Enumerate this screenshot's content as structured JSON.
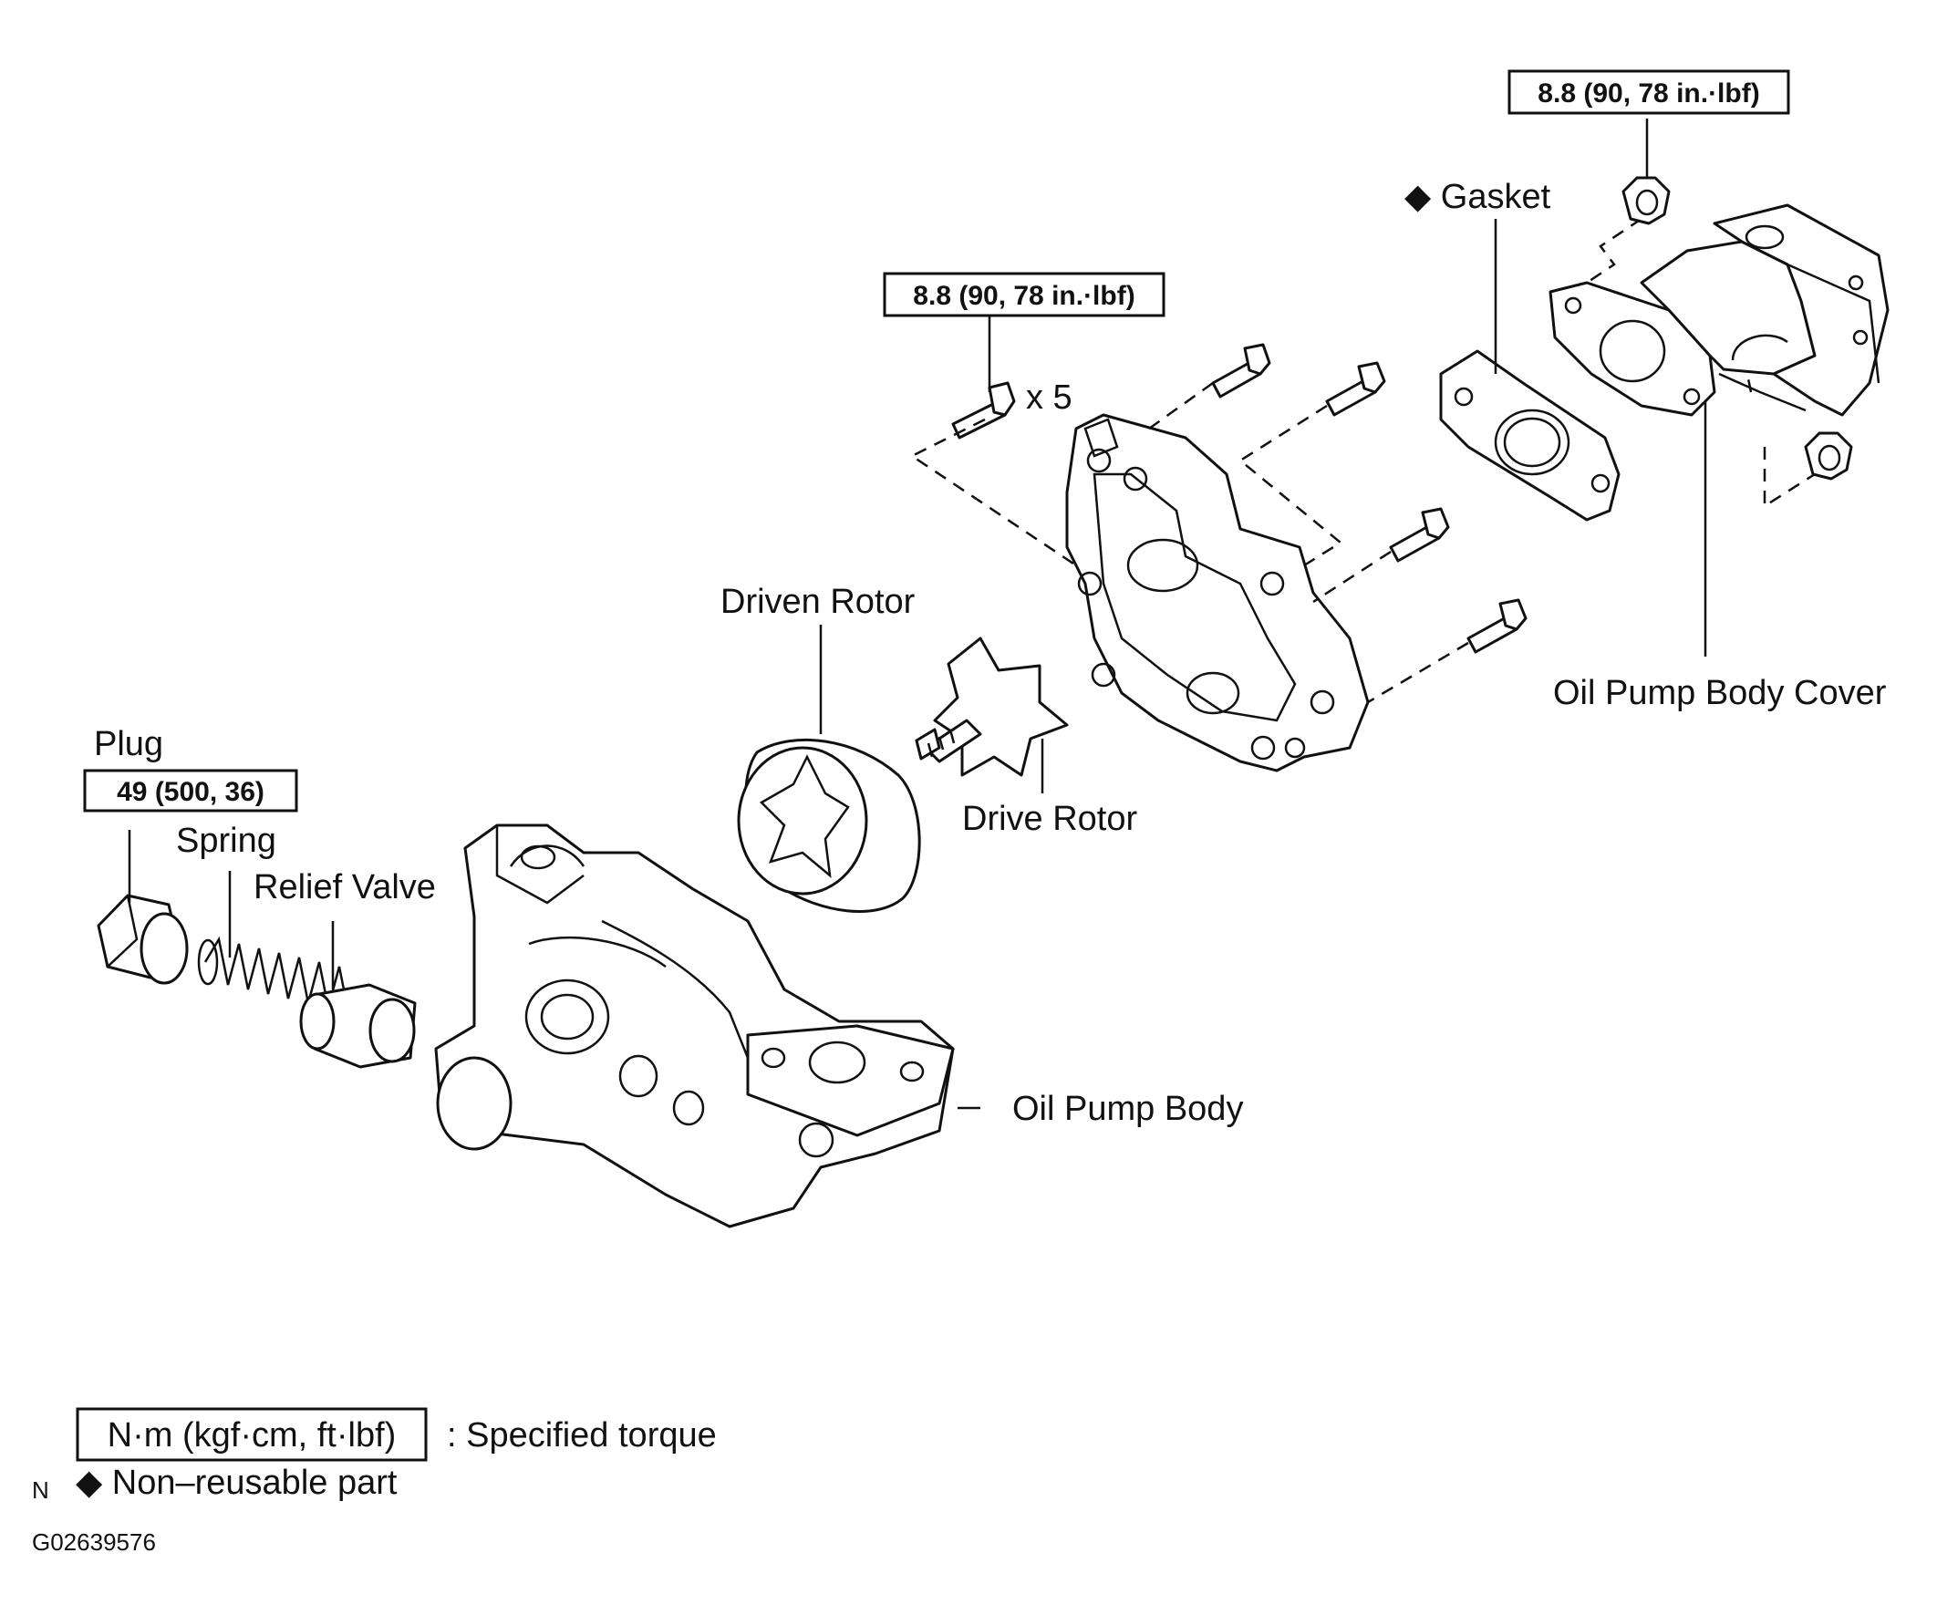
{
  "labels": {
    "plug": "Plug",
    "spring": "Spring",
    "relief_valve": "Relief Valve",
    "driven_rotor": "Driven Rotor",
    "drive_rotor": "Drive Rotor",
    "oil_pump_body": "Oil Pump Body",
    "oil_pump_body_cover": "Oil Pump Body Cover",
    "gasket": "◆ Gasket",
    "bolt_count": "x 5"
  },
  "torque": {
    "plug": "49 (500, 36)",
    "bolts": "8.8 (90, 78 in.·lbf)",
    "nut": "8.8 (90, 78 in.·lbf)"
  },
  "legend": {
    "unit_box": "N·m (kgf·cm, ft·lbf)",
    "unit_desc": ": Specified torque",
    "nonreusable": "◆ Non–reusable part",
    "marker": "N"
  },
  "figure_id": "G02639576"
}
